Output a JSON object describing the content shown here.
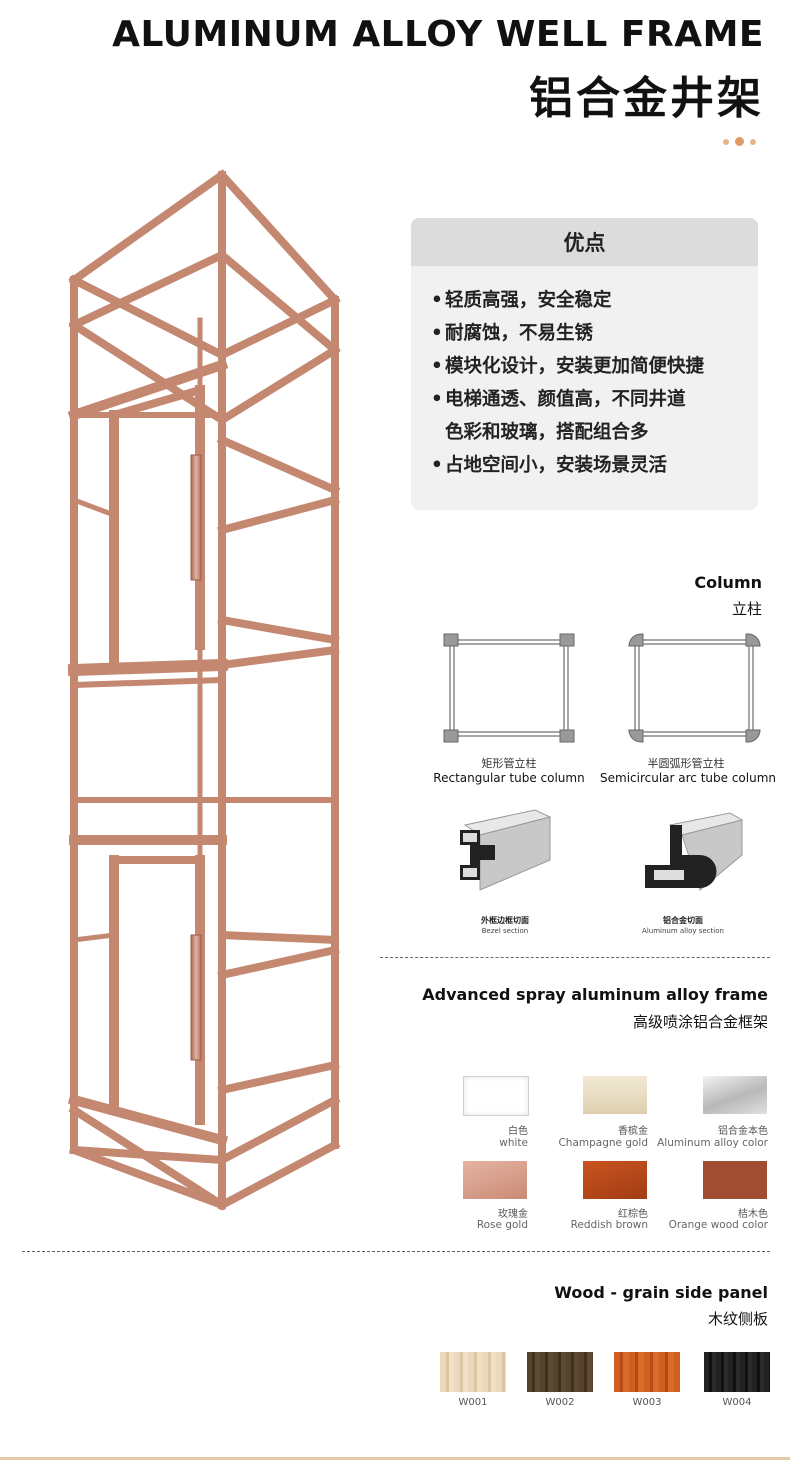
{
  "header": {
    "title_en": "ALUMINUM ALLOY WELL FRAME",
    "title_cn": "铝合金井架"
  },
  "advantages": {
    "heading": "优点",
    "bullet": "•",
    "items": [
      "轻质高强，安全稳定",
      "耐腐蚀，不易生锈",
      "模块化设计，安装更加简便快捷",
      "电梯通透、颜值高，不同井道",
      "色彩和玻璃，搭配组合多",
      "占地空间小，安装场景灵活"
    ]
  },
  "column": {
    "title_en": "Column",
    "title_cn": "立柱",
    "types": [
      {
        "cn": "矩形管立柱",
        "en": "Rectangular tube column"
      },
      {
        "cn": "半圆弧形管立柱",
        "en": "Semicircular arc tube column"
      }
    ],
    "sections": [
      {
        "cn": "外框边框切面",
        "en": "Bezel section"
      },
      {
        "cn": "铝合金切面",
        "en": "Aluminum alloy section"
      }
    ]
  },
  "spray_frame": {
    "title_en": "Advanced spray aluminum alloy frame",
    "title_cn": "高级喷涂铝合金框架",
    "colors": [
      {
        "cn": "白色",
        "en": "white",
        "color": "#ffffff"
      },
      {
        "cn": "香槟金",
        "en": "Champagne gold",
        "color": "#e8dcc2"
      },
      {
        "cn": "铝合金本色",
        "en": "Aluminum alloy color",
        "color": "#c9c9c9"
      },
      {
        "cn": "玫瑰金",
        "en": "Rose gold",
        "color": "#d9a08f"
      },
      {
        "cn": "红棕色",
        "en": "Reddish brown",
        "color": "#b5461c"
      },
      {
        "cn": "桔木色",
        "en": "Orange wood color",
        "color": "#a24e32"
      }
    ]
  },
  "wood_panel": {
    "title_en": "Wood - grain side panel",
    "title_cn": "木纹侧板",
    "panels": [
      {
        "code": "W001",
        "color": "#e6d3b4"
      },
      {
        "code": "W002",
        "color": "#4e3c27"
      },
      {
        "code": "W003",
        "color": "#c9571a"
      },
      {
        "code": "W004",
        "color": "#1c1c1c"
      }
    ]
  },
  "colors": {
    "frame_rose": "#c48770",
    "accent_dots": "#e29a66"
  }
}
